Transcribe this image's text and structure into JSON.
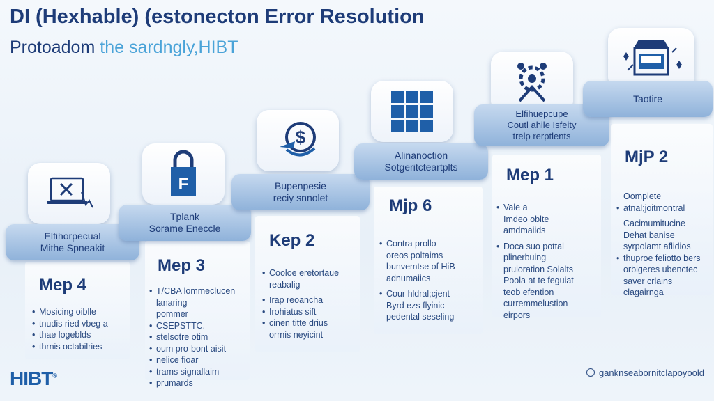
{
  "header": {
    "title": "DI (Hexhable) (estonecton Error Resolution",
    "subtitle_main": "Protoadom",
    "subtitle_accent": "the sardngly,HIBT"
  },
  "steps": [
    {
      "icon": "laptop-x-icon",
      "banner": [
        "Elfihorpecual",
        "Mithe Spneakit"
      ],
      "label": "Mep 4",
      "items": [
        "Mosicing oiblle",
        "tnudis ried vbeg a",
        "thae logeblds",
        "thrnis octabilries"
      ]
    },
    {
      "icon": "padlock-icon",
      "banner": [
        "Tplank",
        "Sorame Eneccle"
      ],
      "label": "Mep 3",
      "items": [
        "T/CBA lommeclucen",
        "lanaring",
        "pommer",
        "CSEPSTTC.",
        "stelsotre otim",
        "oum pro-bont aisit",
        "nelice fioar",
        "trams signallaim",
        "prumards"
      ]
    },
    {
      "icon": "dollar-refresh-icon",
      "banner": [
        "Bupenpesie",
        "reciy snnolet"
      ],
      "label": "Kep 2",
      "items": [
        "Cooloe eretortaue",
        "reabalig",
        "Irap reoancha",
        "Irohiatus sift",
        "cinen titte drius",
        "orrnis neyicint"
      ]
    },
    {
      "icon": "grid-icon",
      "banner": [
        "Alinanoction",
        "Sotgeritcteartplts"
      ],
      "label": "Mjp 6",
      "items": [
        "Contra prollo",
        "oreos poltaims",
        "bunvemtse of HiB",
        "adnumaiics",
        "Cour hldral;cjent",
        "Byrd ezs flyinic",
        "pedental seseling"
      ]
    },
    {
      "icon": "gear-people-icon",
      "banner": [
        "Elfihuepcupe",
        "Coutl ahile Isfeity",
        "trelp rerptlents"
      ],
      "label": "Mep 1",
      "items": [
        "Vale a",
        "Imdeo oblte",
        "amdmaiids",
        "Doca suo pottal",
        "plinerbuing",
        "pruioration Solalts",
        "Poola at te feguiat",
        "teob efention",
        "curremmelustion",
        "eirpors"
      ]
    },
    {
      "icon": "monitor-sparkle-icon",
      "banner": [
        "Taotire"
      ],
      "label": "MjP 2",
      "items": [
        "Oomplete",
        "atnal;joitmontral",
        "Cacimumitucine",
        "Dehat banise",
        "syrpolamt aflidios",
        "thuproe feliotto bers",
        "orbigeres ubenctec",
        "saver crlains",
        "clagairnga"
      ]
    }
  ],
  "logo": {
    "text": "HIBT",
    "mark": "®"
  },
  "footer": {
    "text": "ganknseabornitclapoyoold"
  },
  "colors": {
    "title": "#1e3c78",
    "accent": "#4aa3d8",
    "banner": "#8fb2da"
  }
}
